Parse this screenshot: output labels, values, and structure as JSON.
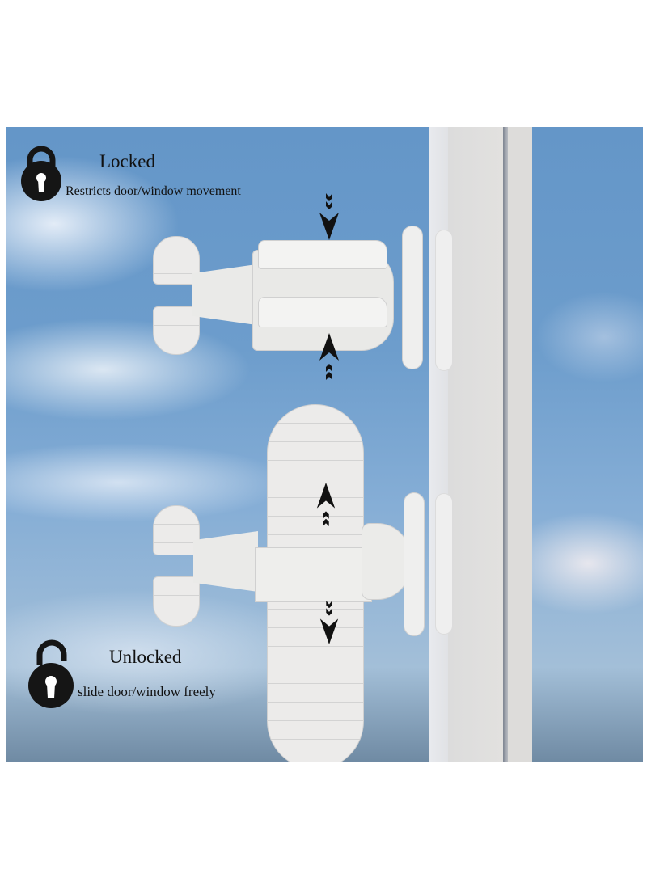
{
  "locked": {
    "title": "Locked",
    "description": "Restricts door/window movement",
    "icon": "padlock-closed-icon"
  },
  "unlocked": {
    "title": "Unlocked",
    "description": "slide door/window freely",
    "icon": "padlock-open-icon"
  },
  "arrows": {
    "locked": [
      "arrow-down-icon",
      "arrow-up-icon"
    ],
    "unlocked": [
      "arrow-up-icon",
      "arrow-down-icon"
    ]
  },
  "colors": {
    "sky": "#6d9dcc",
    "frame": "#dedede",
    "product": "#ecebe9",
    "text": "#111111"
  }
}
